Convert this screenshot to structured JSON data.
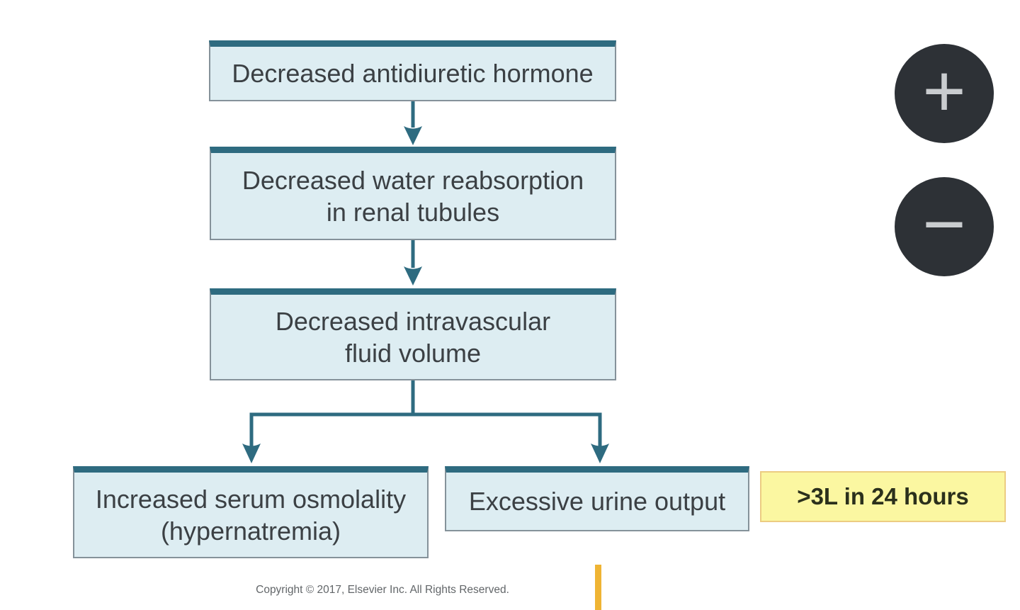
{
  "colors": {
    "teal": "#2e6b80",
    "box_fill": "#ddedf2",
    "box_border": "#85929a",
    "box_text": "#3b4044",
    "yellow_fill": "#fbf7a1",
    "yellow_border": "#eccc82",
    "yellow_text": "#2b301c",
    "highlight_bar": "#efb434",
    "button_bg": "#2d3136",
    "button_icon": "#c9cccf",
    "copyright": "#626669",
    "bg": "#ffffff"
  },
  "diagram": {
    "boxes": [
      {
        "label": "Decreased antidiuretic hormone"
      },
      {
        "label": "Decreased water reabsorption\nin renal tubules"
      },
      {
        "label": "Decreased intravascular\nfluid volume"
      },
      {
        "label": "Increased serum osmolality\n(hypernatremia)"
      },
      {
        "label": "Excessive urine output"
      }
    ],
    "annotation": ">3L in 24 hours",
    "copyright": "Copyright © 2017, Elsevier Inc. All Rights Reserved."
  },
  "controls": {
    "zoom_in_icon": "+",
    "zoom_out_icon": "−"
  }
}
